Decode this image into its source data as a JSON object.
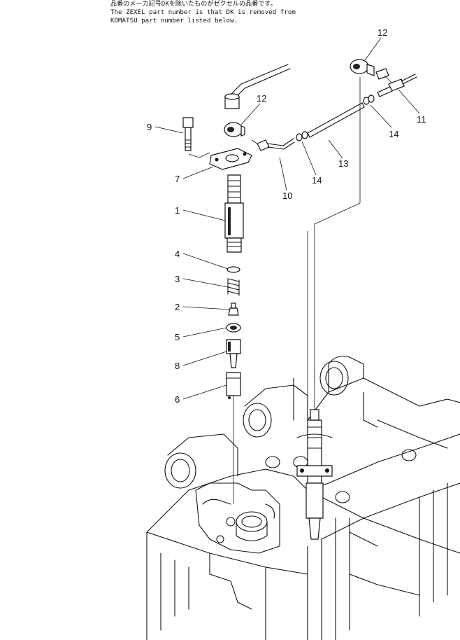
{
  "header": {
    "line1": "品番のメーカ記号DKを除いたものがゼクセルの品番です。",
    "line2": "The ZEXEL part number is that DK is removed from",
    "line3": "KOMATSU part number listed below."
  },
  "callouts": [
    {
      "id": "c1",
      "label": "1"
    },
    {
      "id": "c2",
      "label": "2"
    },
    {
      "id": "c3",
      "label": "3"
    },
    {
      "id": "c4",
      "label": "4"
    },
    {
      "id": "c5",
      "label": "5"
    },
    {
      "id": "c6",
      "label": "6"
    },
    {
      "id": "c7",
      "label": "7"
    },
    {
      "id": "c8",
      "label": "8"
    },
    {
      "id": "c9",
      "label": "9"
    },
    {
      "id": "c10",
      "label": "10"
    },
    {
      "id": "c11",
      "label": "11"
    },
    {
      "id": "c12a",
      "label": "12"
    },
    {
      "id": "c12b",
      "label": "12"
    },
    {
      "id": "c13",
      "label": "13"
    },
    {
      "id": "c14a",
      "label": "14"
    },
    {
      "id": "c14b",
      "label": "14"
    }
  ]
}
